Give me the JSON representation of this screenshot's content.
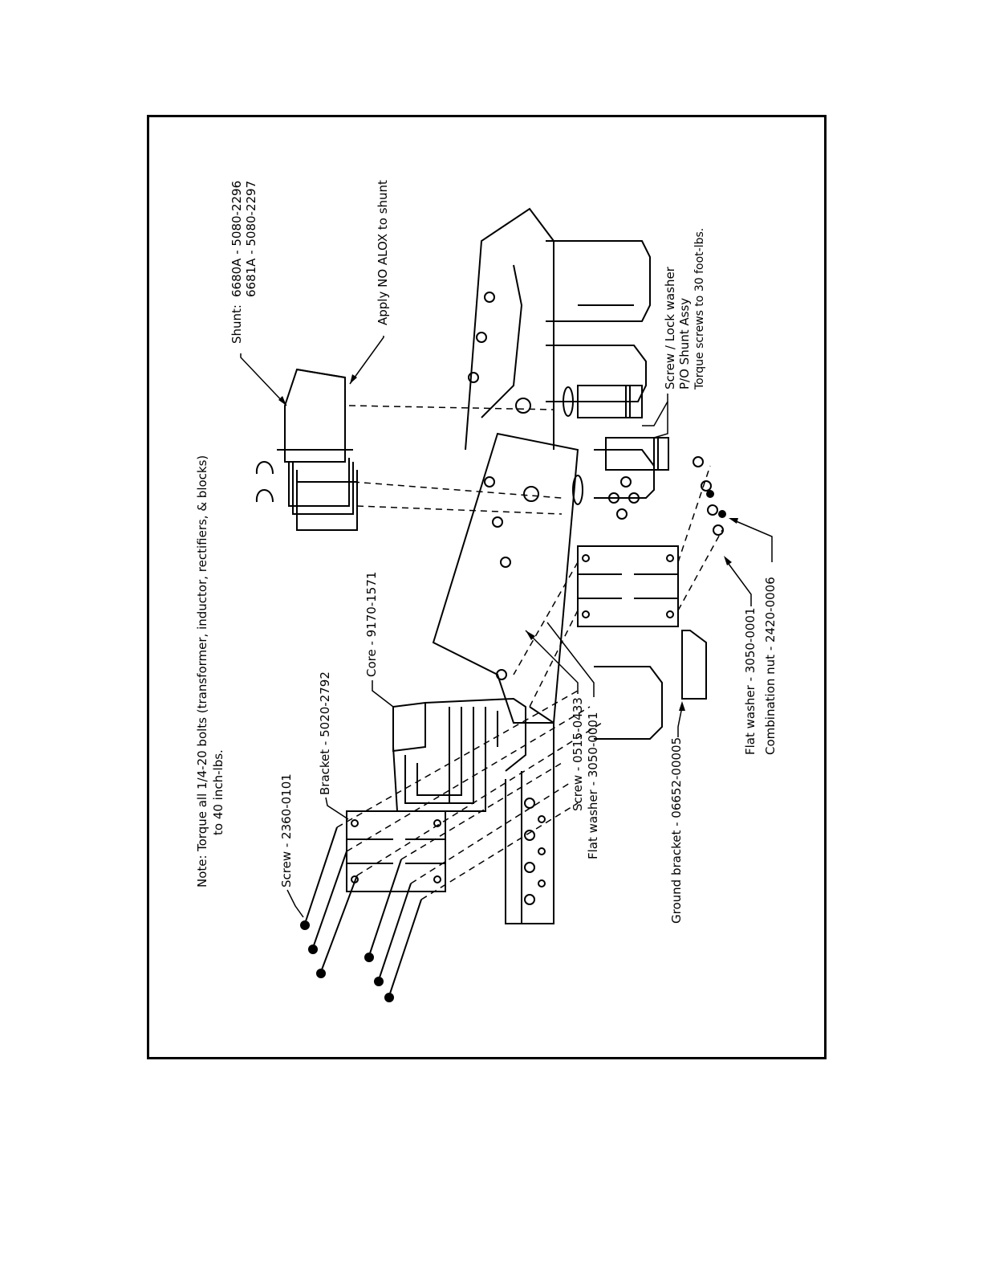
{
  "note": {
    "prefix": "Note:",
    "line1": "Torque all 1/4-20 bolts (transformer, inductor, rectifiers, & blocks)",
    "line2": "to 40 inch-lbs."
  },
  "shunt": {
    "prefix": "Shunt:",
    "line1": "6680A - 5080-2296",
    "line2": "6681A - 5080-2297"
  },
  "callouts": {
    "apply_alox": "Apply NO ALOX to shunt",
    "screw_lock_1": "Screw / Lock washer",
    "screw_lock_2": "P/O Shunt Assy",
    "screw_lock_3": "Torque screws to 30 foot-lbs.",
    "screw_2360": "Screw - 2360-0101",
    "bracket_5020": "Bracket - 5020-2792",
    "core_9170": "Core - 9170-1571",
    "screw_0515": "Screw - 0515-0433",
    "flat_washer_center": "Flat washer - 3050-0001",
    "ground_bracket": "Ground bracket - 06652-00005",
    "flat_washer_right": "Flat washer - 3050-0001",
    "combination_nut": "Combination nut - 2420-0006"
  }
}
